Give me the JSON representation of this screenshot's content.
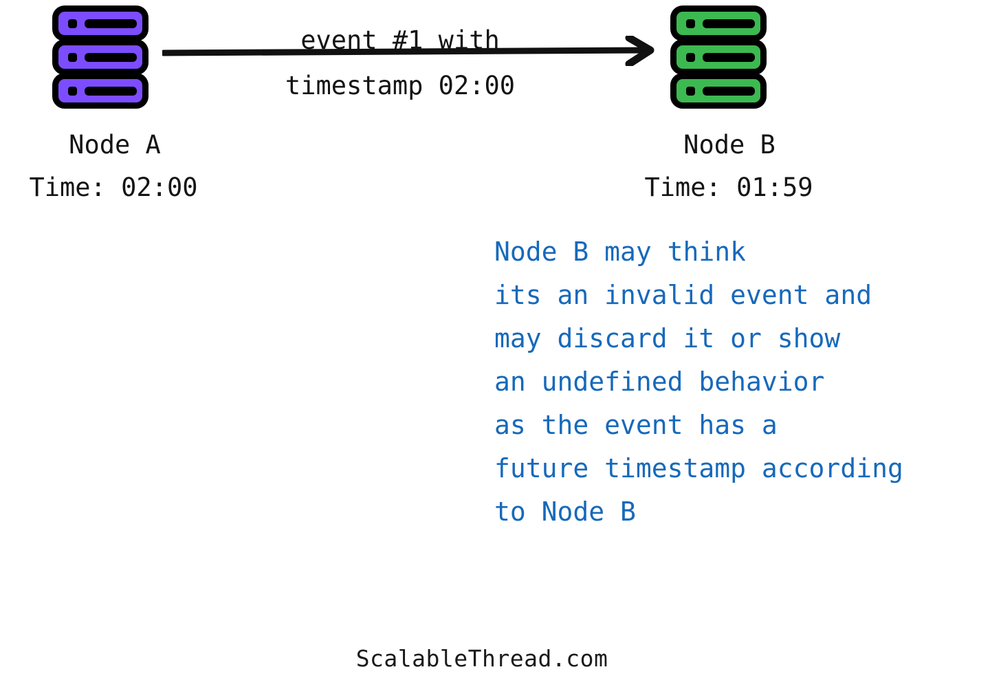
{
  "diagram": {
    "title": "Clock skew causing invalid event timestamp between two nodes",
    "background_color": "#ffffff"
  },
  "nodes": [
    {
      "id": "node-a",
      "icon": "server-icon",
      "icon_color": "#7c4dff",
      "name": "Node A",
      "time_label": "Time: 02:00"
    },
    {
      "id": "node-b",
      "icon": "server-icon",
      "icon_color": "#3cb950",
      "name": "Node B",
      "time_label": "Time: 01:59"
    }
  ],
  "arrow": {
    "icon": "right-arrow-icon",
    "color": "#111111",
    "from": "node-a",
    "to": "node-b",
    "label_line1": "event #1 with",
    "label_line2": "timestamp 02:00"
  },
  "annotation": {
    "color": "#1769bb",
    "lines": [
      "Node B may think",
      "its an invalid event and",
      "may discard it or show",
      "an undefined behavior",
      "as the event has a",
      "future timestamp according",
      "to Node B"
    ]
  },
  "footer": {
    "text": "ScalableThread.com"
  }
}
